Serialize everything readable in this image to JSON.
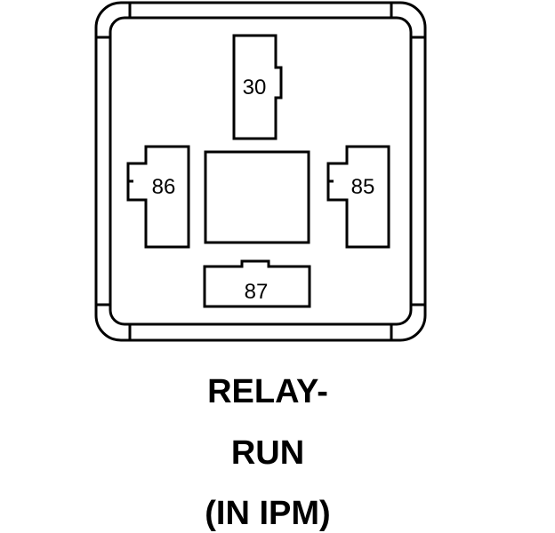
{
  "relay": {
    "terminals": {
      "t30": "30",
      "t86": "86",
      "t85": "85",
      "t87": "87"
    }
  },
  "caption": {
    "line1": "RELAY-",
    "line2": "RUN",
    "line3": "(IN IPM)"
  },
  "colors": {
    "stroke": "#000000",
    "background": "#ffffff"
  }
}
